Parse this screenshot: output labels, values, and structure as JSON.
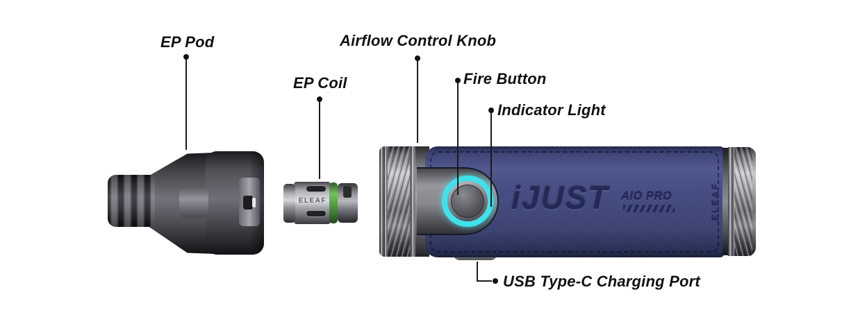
{
  "labels": {
    "ep_pod": "EP Pod",
    "ep_coil": "EP Coil",
    "airflow_control_knob": "Airflow Control Knob",
    "fire_button": "Fire Button",
    "indicator_light": "Indicator Light",
    "usb_port": "USB Type-C Charging Port"
  },
  "device": {
    "logo": "iJUST",
    "model": "AIO PRO",
    "side_brand": "ELEAF",
    "coil_brand": "ELEAF"
  },
  "colors": {
    "body_blue": "#3e4679",
    "indicator_cyan": "#3fe2eb",
    "coil_oring_green": "#55a24a",
    "label_text": "#111111"
  }
}
